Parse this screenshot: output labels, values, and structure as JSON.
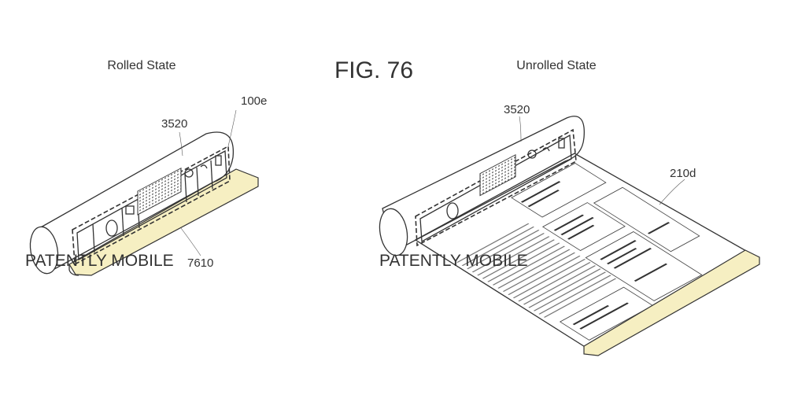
{
  "figure": {
    "title": "FIG. 76",
    "left_caption": "Rolled State",
    "right_caption": "Unrolled State",
    "labels": {
      "rolled_device": "100e",
      "rolled_display": "3520",
      "rolled_strip": "7610",
      "unrolled_display": "3520",
      "unrolled_screen": "210d"
    },
    "watermark": "PATENTLY MOBILE",
    "colors": {
      "strip": "#f6efc2",
      "line": "#333333"
    }
  }
}
